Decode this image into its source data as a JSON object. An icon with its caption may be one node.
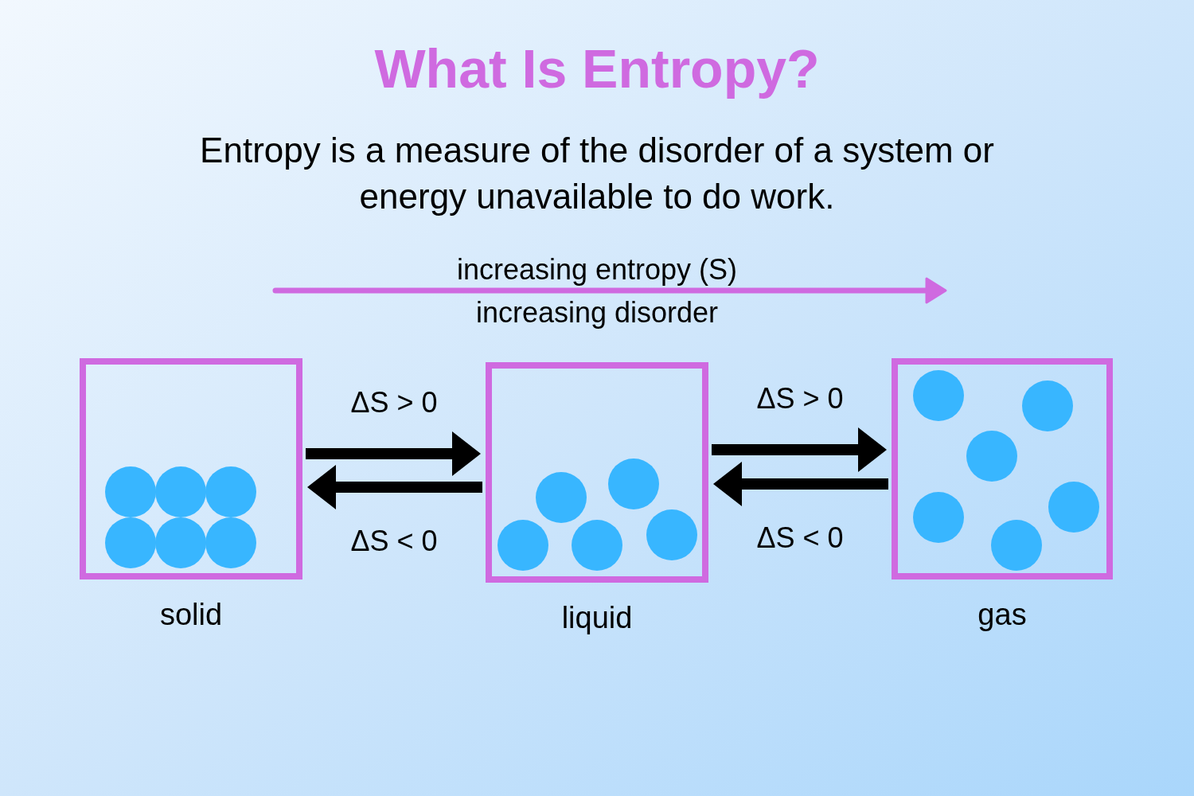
{
  "diagram": {
    "title": "What Is Entropy?",
    "nodes": [
      {
        "text": [
          "solid"
        ]
      },
      {
        "text": [
          "liquid"
        ]
      },
      {
        "text": [
          "gas"
        ]
      }
    ],
    "edges": [
      {
        "from": 0,
        "to": 1,
        "arrow": "to",
        "label": "ΔS > 0"
      },
      {
        "from": 1,
        "to": 0,
        "arrow": "to",
        "label": "ΔS < 0"
      },
      {
        "from": 1,
        "to": 2,
        "arrow": "to",
        "label": "ΔS > 0"
      },
      {
        "from": 2,
        "to": 1,
        "arrow": "to",
        "label": "ΔS < 0"
      }
    ],
    "labels": [
      "Entropy is a measure of the disorder of a system or energy unavailable to do work.",
      "increasing entropy (S)",
      "increasing disorder"
    ]
  }
}
